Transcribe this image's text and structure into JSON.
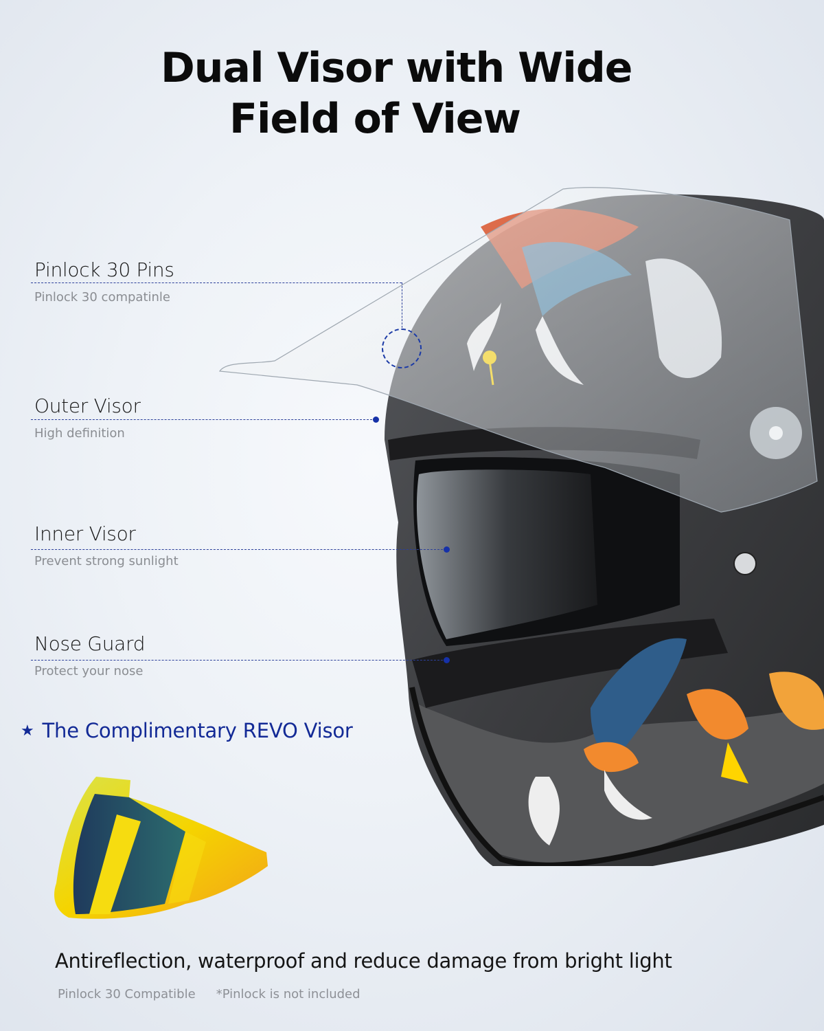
{
  "title": {
    "line1": "Dual Visor with Wide",
    "line2": "Field of View"
  },
  "callouts": [
    {
      "label": "Pinlock 30 Pins",
      "sub": "Pinlock 30 compatinle"
    },
    {
      "label": "Outer Visor",
      "sub": "High definition"
    },
    {
      "label": "Inner Visor",
      "sub": "Prevent strong sunlight"
    },
    {
      "label": "Nose Guard",
      "sub": "Protect your nose"
    }
  ],
  "revo": {
    "icon": "star-icon",
    "heading": "The Complimentary REVO Visor"
  },
  "tagline": "Antireflection, waterproof and reduce damage from bright light",
  "notes": {
    "compat": "Pinlock 30 Compatible",
    "disclaimer": "*Pinlock is not included"
  },
  "colors": {
    "accent": "#132a96",
    "callout_line": "#2b3f9a",
    "muted_text": "#8a8d92",
    "helmet_shell": "#3a3b3e",
    "revo_gold": "#f2c200"
  }
}
